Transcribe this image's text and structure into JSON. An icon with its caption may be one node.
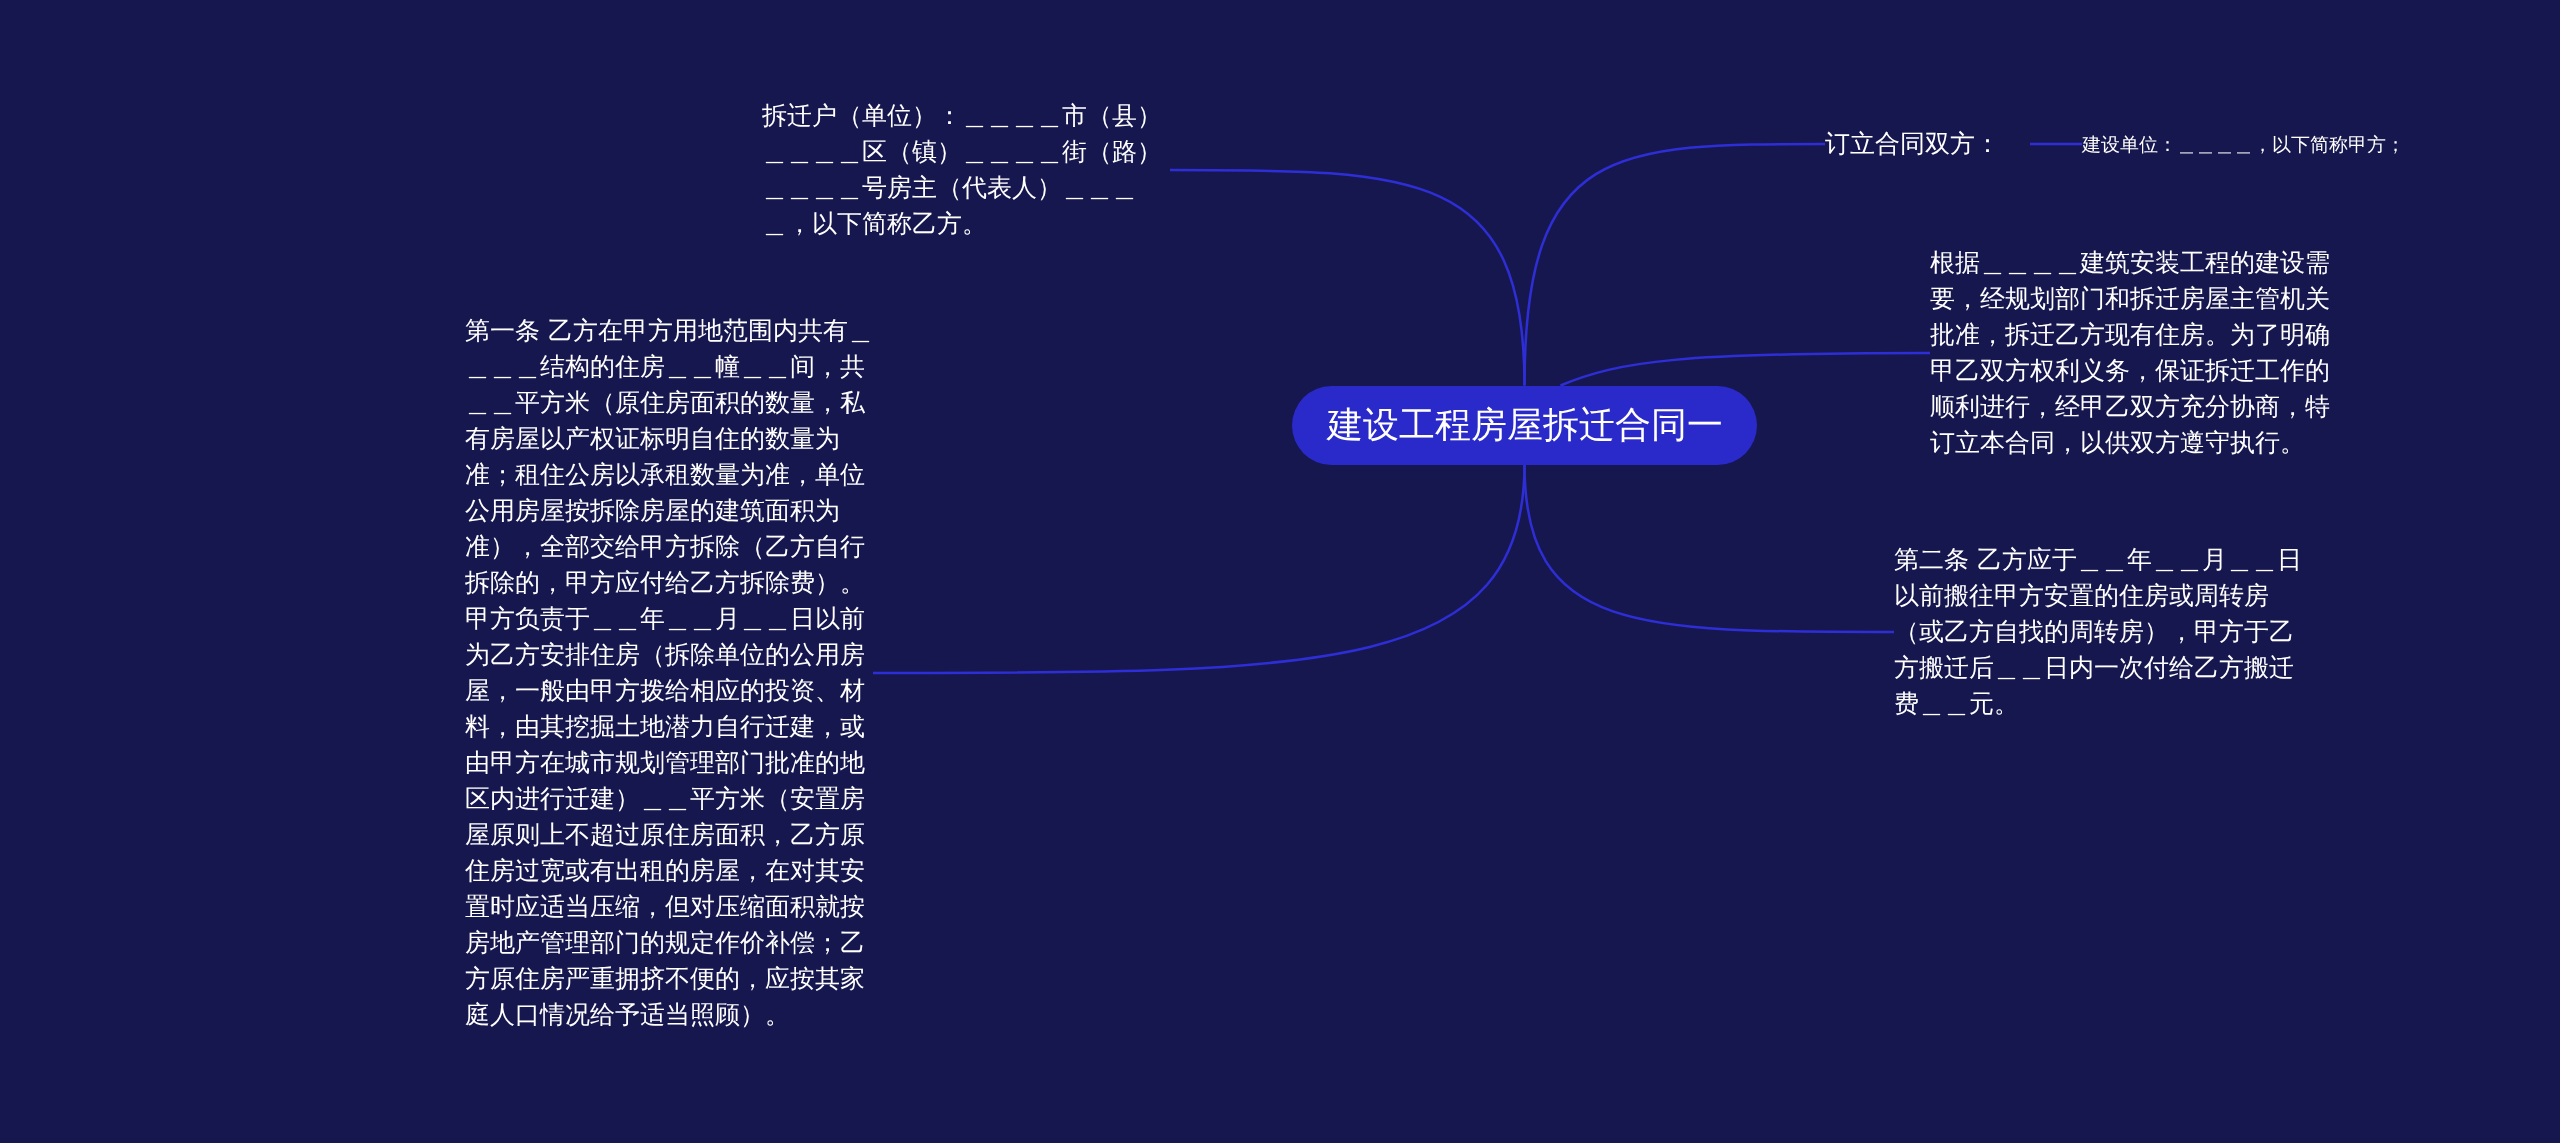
{
  "diagram": {
    "nodes": [
      {
        "text": [
          "建设工程房屋拆迁合同一"
        ]
      },
      {
        "text": [
          "订立合同双方："
        ]
      },
      {
        "text": [
          "建设单位：＿＿＿＿，以下简称甲方；"
        ]
      },
      {
        "text": [
          "根据＿＿＿＿建筑安装工程的建设需要，经规划部门和拆迁房屋主管机关批准，拆迁乙方现有住房。为了明确甲乙双方权利义务，保证拆迁工作的顺利进行，经甲乙双方充分协商，特订立本合同，以供双方遵守执行。"
        ]
      },
      {
        "text": [
          "第二条 乙方应于＿＿年＿＿月＿＿日以前搬往甲方安置的住房或周转房（或乙方自找的周转房），甲方于乙方搬迁后＿＿日内一次付给乙方搬迁费＿＿元。"
        ]
      },
      {
        "text": [
          "拆迁户（单位）：＿＿＿＿市（县）＿＿＿＿区（镇）＿＿＿＿街（路）＿＿＿＿号房主（代表人）＿＿＿＿，以下简称乙方。"
        ]
      },
      {
        "text": [
          "第一条 乙方在甲方用地范围内共有＿＿＿＿结构的住房＿＿幢＿＿间，共＿＿平方米（原住房面积的数量，私有房屋以产权证标明自住的数量为准；租住公房以承租数量为准，单位公用房屋按拆除房屋的建筑面积为准），全部交给甲方拆除（乙方自行拆除的，甲方应付给乙方拆除费）。甲方负责于＿＿年＿＿月＿＿日以前为乙方安排住房（拆除单位的公用房屋，一般由甲方拨给相应的投资、材料，由其挖掘土地潜力自行迁建，或由甲方在城市规划管理部门批准的地区内进行迁建）＿＿平方米（安置房屋原则上不超过原住房面积，乙方原住房过宽或有出租的房屋，在对其安置时应适当压缩，但对压缩面积就按房地产管理部门的规定作价补偿；乙方原住房严重拥挤不便的，应按其家庭人口情况给予适当照顾）。"
        ]
      }
    ],
    "edges": [
      {
        "from": 0,
        "to": 1,
        "arrow": "none"
      },
      {
        "from": 1,
        "to": 2,
        "arrow": "none"
      },
      {
        "from": 0,
        "to": 3,
        "arrow": "none"
      },
      {
        "from": 0,
        "to": 4,
        "arrow": "none"
      },
      {
        "from": 0,
        "to": 5,
        "arrow": "none"
      },
      {
        "from": 0,
        "to": 6,
        "arrow": "none"
      }
    ]
  }
}
